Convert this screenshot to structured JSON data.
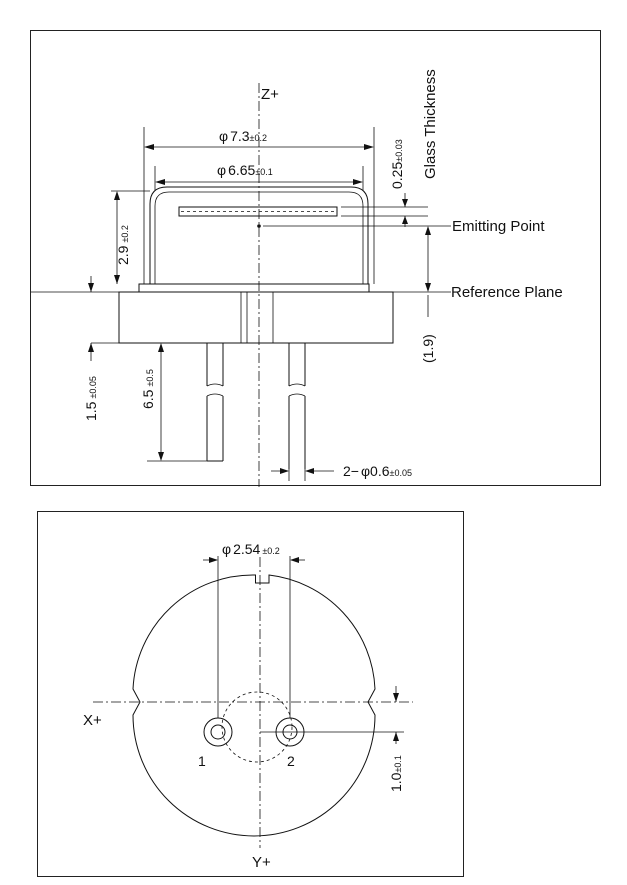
{
  "side_view": {
    "axis_label": "Z+",
    "dim_cap_diameter": {
      "symbol": "φ",
      "value": "7.3",
      "tol": "±0.2"
    },
    "dim_window_diameter": {
      "symbol": "φ",
      "value": "6.65",
      "tol": "±0.1"
    },
    "dim_glass": {
      "value": "0.25",
      "tol": "±0.03",
      "label": "Glass Thickness"
    },
    "dim_height": {
      "value": "2.9",
      "tol": "±0.2"
    },
    "dim_base": {
      "value": "1.5",
      "tol": "±0.05"
    },
    "dim_lead_length": {
      "value": "6.5",
      "tol": "±0.5"
    },
    "dim_emit_offset": "(1.9)",
    "dim_pins": {
      "prefix": "2−",
      "symbol": "φ",
      "value": "0.6",
      "tol": "±0.05"
    },
    "label_emitting": "Emitting Point",
    "label_reference": "Reference Plane"
  },
  "bottom_view": {
    "dim_pitch": {
      "symbol": "φ",
      "value": "2.54",
      "tol": "±0.2"
    },
    "axis_x": "X+",
    "axis_y": "Y+",
    "pin1": "1",
    "pin2": "2",
    "dim_offset": {
      "value": "1.0",
      "tol": "±0.1"
    }
  }
}
